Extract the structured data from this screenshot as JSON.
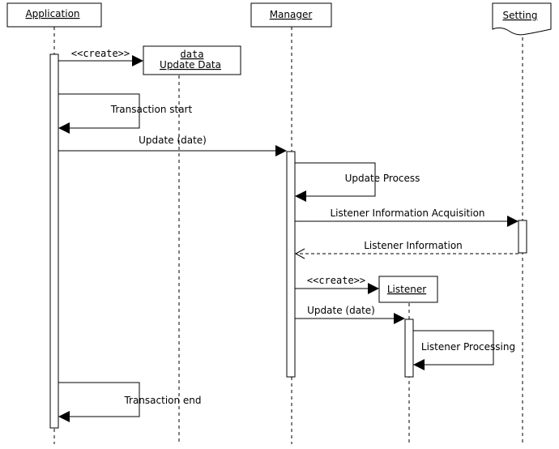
{
  "participants": {
    "application": "Application",
    "manager": "Manager",
    "setting": "Setting",
    "data_stereotype": "data",
    "data_name": "Update Data",
    "listener": "Listener"
  },
  "messages": {
    "create_data": "<<create>>",
    "transaction_start": "Transaction start",
    "update_date_1": "Update (date)",
    "update_process": "Update Process",
    "listener_info_acq": "Listener Information Acquisition",
    "listener_info": "Listener Information",
    "create_listener": "<<create>>",
    "update_date_2": "Update (date)",
    "listener_processing": "Listener Processing",
    "transaction_end": "Transaction end"
  }
}
